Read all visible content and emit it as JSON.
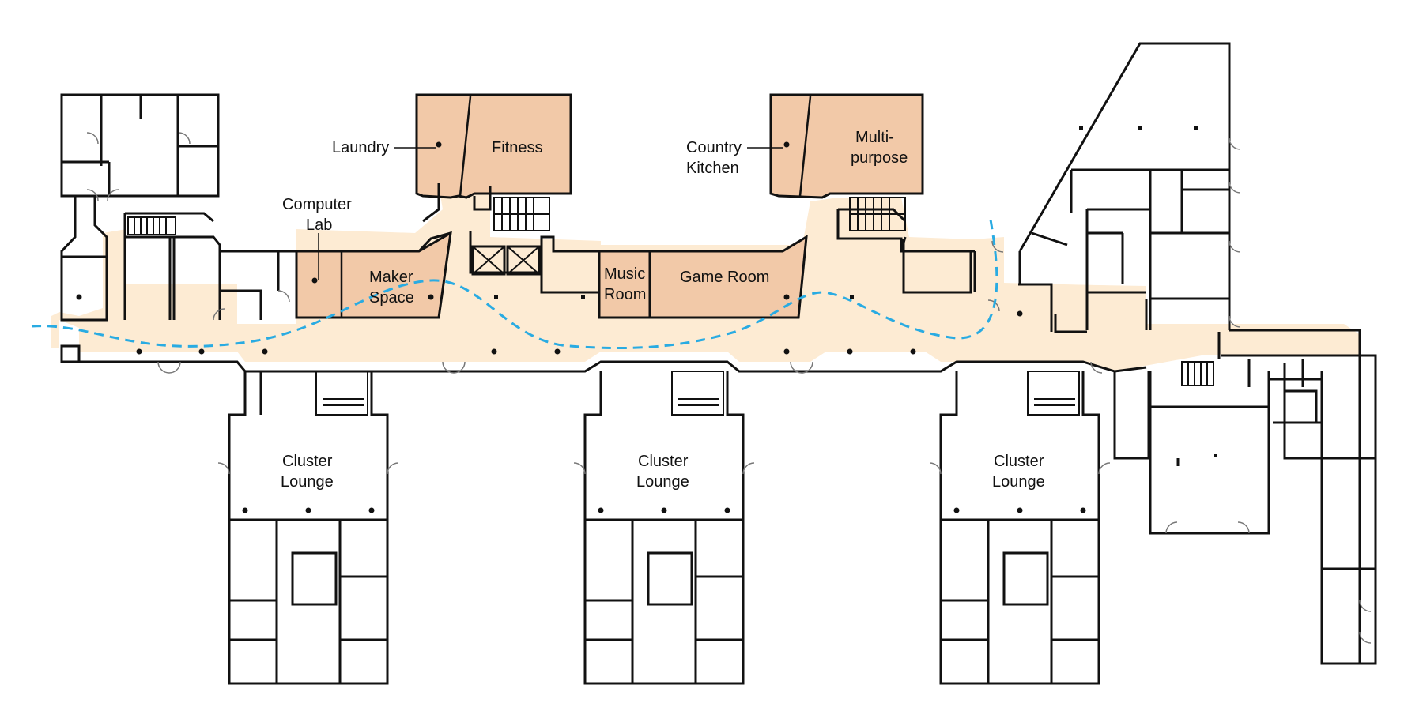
{
  "colors": {
    "wall": "#111111",
    "corridor": "#fdebd3",
    "highlight": "#f2c9a8",
    "path": "#29abe2",
    "background": "#ffffff"
  },
  "labels": {
    "laundry": "Laundry",
    "fitness": "Fitness",
    "country_kitchen_1": "Country",
    "country_kitchen_2": "Kitchen",
    "multipurpose_1": "Multi-",
    "multipurpose_2": "purpose",
    "computer_lab_1": "Computer",
    "computer_lab_2": "Lab",
    "maker_space_1": "Maker",
    "maker_space_2": "Space",
    "music_room_1": "Music",
    "music_room_2": "Room",
    "game_room": "Game Room",
    "cluster_lounge_1": "Cluster",
    "cluster_lounge_2": "Lounge"
  },
  "icons": {
    "stairs": "stairs-icon",
    "elevator": "elevator-icon",
    "door": "door-swing-icon",
    "column": "column-dot-icon"
  }
}
